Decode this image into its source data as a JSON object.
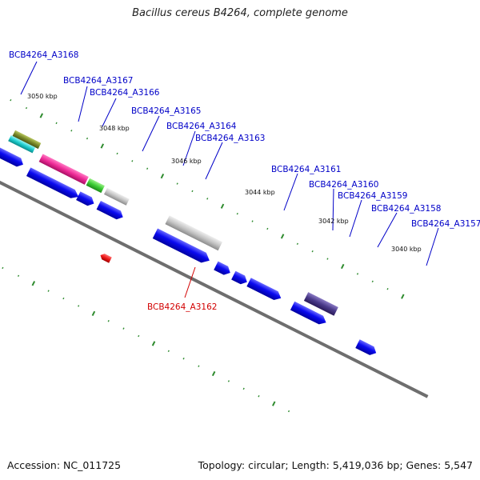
{
  "title": "Bacillus cereus B4264, complete genome",
  "footer": {
    "accession": "Accession: NC_011725",
    "info": "Topology: circular; Length: 5,419,036 bp; Genes: 5,547"
  },
  "colors": {
    "backbone": "#808080",
    "tick": "#2e8b2e",
    "gene_blue": "#0a0af0",
    "label_blue": "#0000c8",
    "label_red": "#d20000"
  },
  "ticks": [
    "3050 kbp",
    "3048 kbp",
    "3046 kbp",
    "3044 kbp",
    "3042 kbp",
    "3040 kbp"
  ],
  "genes": [
    {
      "id": "BCB4264_A3168",
      "color": "#0a0af0"
    },
    {
      "id": "BCB4264_A3167",
      "color": "#7a8a2a"
    },
    {
      "id": "BCB4264_A3166",
      "color": "#e8329a"
    },
    {
      "id": "BCB4264_A3165",
      "color": "#4cd440"
    },
    {
      "id": "BCB4264_A3164",
      "color": "#c8c8c8"
    },
    {
      "id": "BCB4264_A3163",
      "color": "#b4b4b4"
    },
    {
      "id": "BCB4264_A3162",
      "color": "#ee1a1a"
    },
    {
      "id": "BCB4264_A3161",
      "color": "#c0c0c0"
    },
    {
      "id": "BCB4264_A3160",
      "color": "#0a0af0"
    },
    {
      "id": "BCB4264_A3159",
      "color": "#0a0af0"
    },
    {
      "id": "BCB4264_A3158",
      "color": "#0a0af0"
    },
    {
      "id": "BCB4264_A3157",
      "color": "#4a3a8a"
    }
  ]
}
